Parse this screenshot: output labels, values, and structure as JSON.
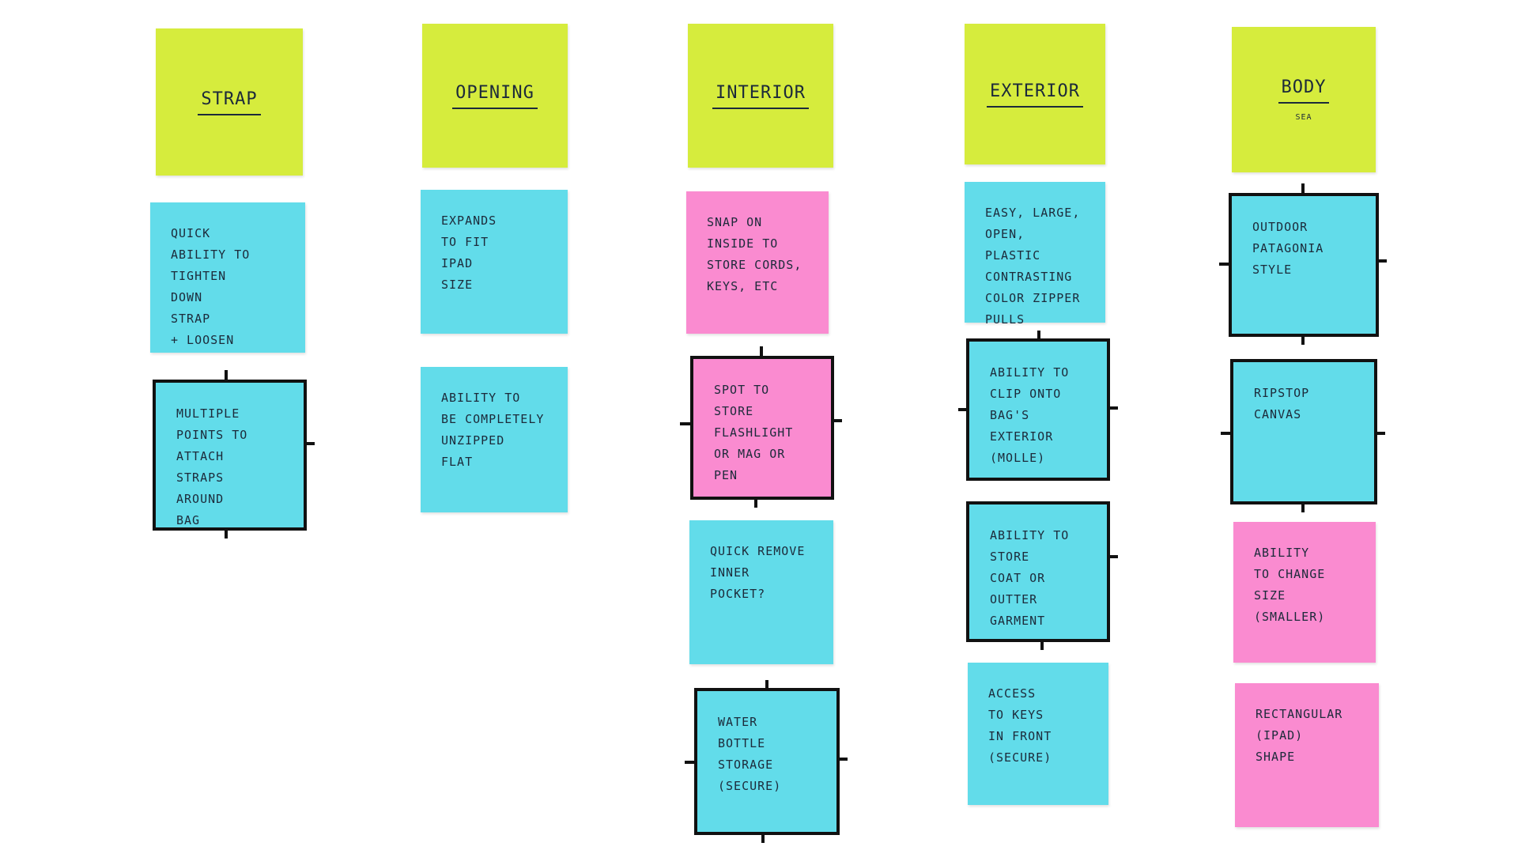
{
  "board": {
    "columns": [
      {
        "header": "Strap",
        "notes": [
          {
            "text": "Quick\nAbility to\nTighten\ndown\nstrap\n+ loosen",
            "color": "cyan",
            "boxed": false
          },
          {
            "text": "Multiple\nPoints to\nAttach\nStraps\nAround\nBag",
            "color": "cyan",
            "boxed": true
          }
        ]
      },
      {
        "header": "Opening",
        "notes": [
          {
            "text": "Expands\nto fit\niPad\nsize",
            "color": "cyan",
            "boxed": false
          },
          {
            "text": "Ability to\nbe completely\nunzipped\nflat",
            "color": "cyan",
            "boxed": false
          }
        ]
      },
      {
        "header": "Interior",
        "notes": [
          {
            "text": "Snap on\ninside to\nstore cords,\nkeys, etc",
            "color": "pink",
            "boxed": false
          },
          {
            "text": "Spot to\nstore\nflashlight\nor mag or\npen",
            "color": "pink",
            "boxed": true
          },
          {
            "text": "Quick remove\ninner\npocket?",
            "color": "cyan",
            "boxed": false
          },
          {
            "text": "Water\nbottle\nstorage\n(secure)",
            "color": "cyan",
            "boxed": true
          }
        ]
      },
      {
        "header": "Exterior",
        "notes": [
          {
            "text": "Easy, large,\nopen, plastic\ncontrasting\ncolor zipper\npulls",
            "color": "cyan",
            "boxed": false
          },
          {
            "text": "Ability to\nclip onto\nbag's\nexterior\n(Molle)",
            "color": "cyan",
            "boxed": true
          },
          {
            "text": "Ability to\nstore\ncoat or\noutter\ngarment",
            "color": "cyan",
            "boxed": true
          },
          {
            "text": "Access\nto keys\nin front\n(secure)",
            "color": "cyan",
            "boxed": false
          }
        ]
      },
      {
        "header": "Body",
        "header_sub": "sea",
        "notes": [
          {
            "text": "Outdoor\nPatagonia\nstyle",
            "color": "cyan",
            "boxed": true
          },
          {
            "text": "Ripstop\ncanvas",
            "color": "cyan",
            "boxed": true
          },
          {
            "text": "Ability\nto change\nsize\n(smaller)",
            "color": "pink",
            "boxed": false
          },
          {
            "text": "Rectangular\n(iPad)\nshape",
            "color": "pink",
            "boxed": false
          }
        ]
      }
    ]
  },
  "colors": {
    "yellow": "#d6ec3d",
    "cyan": "#62dcea",
    "pink": "#fa8bd0",
    "outline": "#111111"
  }
}
